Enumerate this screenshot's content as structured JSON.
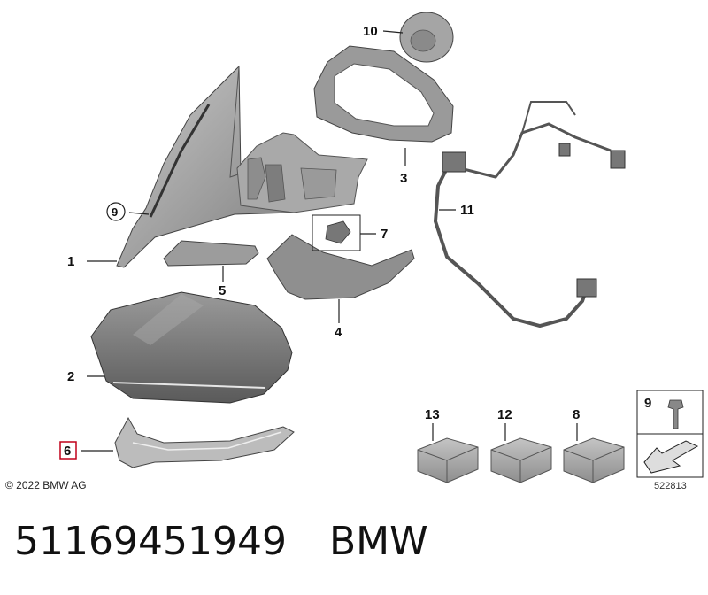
{
  "diagram": {
    "callouts": [
      {
        "id": "1",
        "label": "1"
      },
      {
        "id": "2",
        "label": "2"
      },
      {
        "id": "3",
        "label": "3"
      },
      {
        "id": "4",
        "label": "4"
      },
      {
        "id": "5",
        "label": "5"
      },
      {
        "id": "6",
        "label": "6"
      },
      {
        "id": "7",
        "label": "7"
      },
      {
        "id": "8",
        "label": "8"
      },
      {
        "id": "9",
        "label": "9"
      },
      {
        "id": "10",
        "label": "10"
      },
      {
        "id": "11",
        "label": "11"
      },
      {
        "id": "12",
        "label": "12"
      },
      {
        "id": "13",
        "label": "13"
      }
    ],
    "screw_box_label": "9",
    "highlighted_callout": "6",
    "drawing_number": "522813",
    "copyright": "© 2022 BMW AG"
  },
  "part_info": {
    "part_number": "51169451949",
    "brand": "BMW"
  },
  "colors": {
    "part_fill": "#8a8a8a",
    "part_dark": "#5e5e5e",
    "part_light": "#b8b8b8",
    "highlight_box": "#c0001a"
  }
}
